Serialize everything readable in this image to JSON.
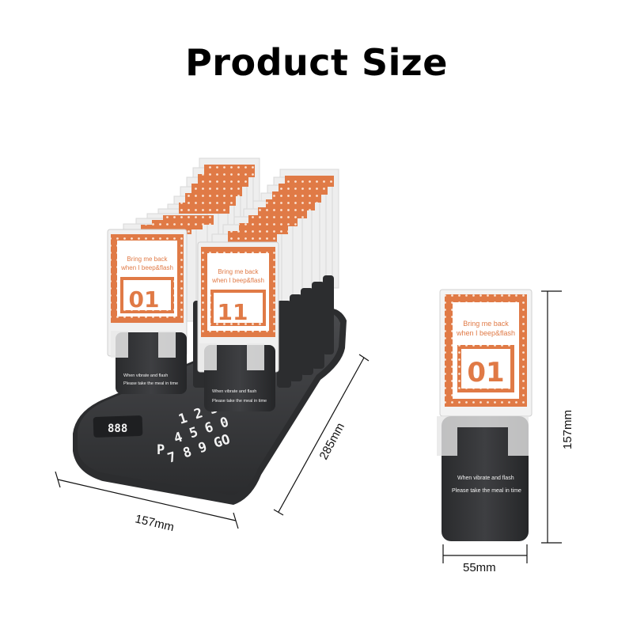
{
  "title": "Product Size",
  "dimensions": {
    "base_width": "157mm",
    "base_depth": "285mm",
    "pager_height": "157mm",
    "pager_width": "55mm"
  },
  "pager_card": {
    "tagline_1": "Bring me back",
    "tagline_2": "when I beep&flash",
    "number_left": "01",
    "number_right": "11",
    "number_single": "01"
  },
  "pager_body": {
    "line_1": "When vibrate and flash",
    "line_2": "Please take the meal in time"
  },
  "keypad": {
    "row_1": "1 2 3 C",
    "row_2": "4 5 6 0",
    "row_3": "7 8 9 GO",
    "left_label": "P",
    "display": "888"
  },
  "colors": {
    "accent_orange": "#e07a46",
    "device_dark": "#3a3b3d",
    "device_darker": "#27282a"
  }
}
